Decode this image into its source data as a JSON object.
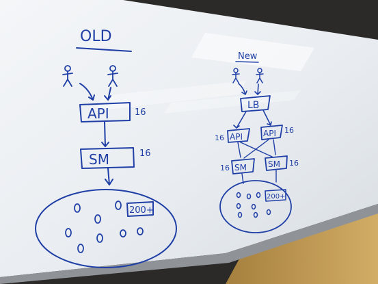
{
  "old_section": {
    "heading": "OLD",
    "api_label": "API",
    "api_count": "16",
    "sm_label": "SM",
    "sm_count": "16",
    "storage_label": "200+"
  },
  "new_section": {
    "heading": "New",
    "lb_label": "LB",
    "api_left_label": "API",
    "api_left_count": "16",
    "api_right_label": "API",
    "api_right_count": "16",
    "sm_left_label": "SM",
    "sm_left_count": "16",
    "sm_right_label": "SM",
    "sm_right_count": "16",
    "storage_label": "200+"
  },
  "colors": {
    "marker_ink": "#1f3fa6",
    "whiteboard": "#eef1f4",
    "wall": "#2b2a28",
    "wood": "#c9a15a"
  }
}
